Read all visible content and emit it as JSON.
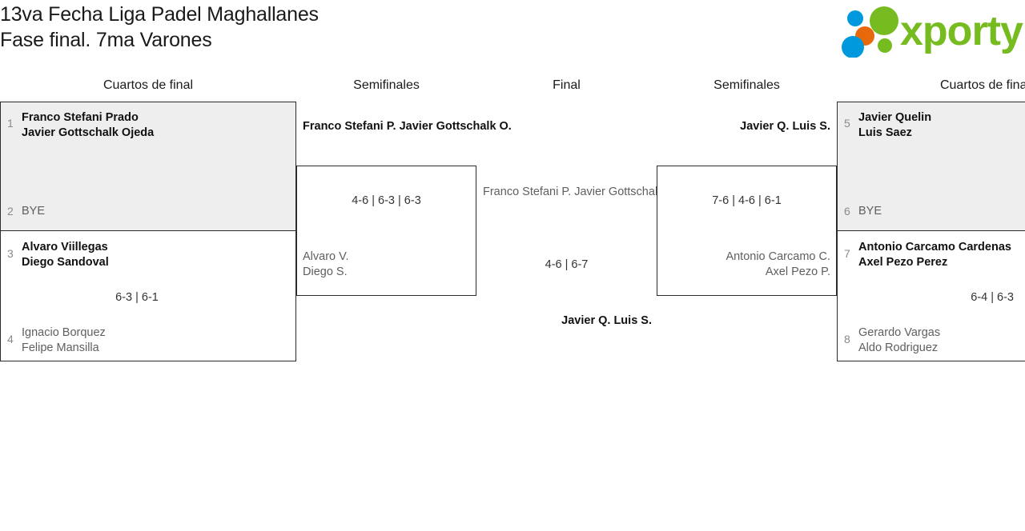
{
  "header": {
    "title_line1": "13va Fecha Liga Padel Maghallanes",
    "title_line2": "Fase final. 7ma Varones",
    "logo_text": "xporty",
    "logo_colors": {
      "green": "#76bc21",
      "blue": "#0099dd",
      "orange": "#e8690b"
    }
  },
  "rounds": {
    "qf_left": "Cuartos de final",
    "sf_left": "Semifinales",
    "final": "Final",
    "sf_right": "Semifinales",
    "qf_right": "Cuartos de final"
  },
  "bracket": {
    "qf1": {
      "shaded": true,
      "top": {
        "seed": "1",
        "line1": "Franco Stefani Prado",
        "line2": "Javier Gottschalk Ojeda",
        "result": "win"
      },
      "bottom": {
        "seed": "2",
        "line1": "BYE",
        "line2": "",
        "result": "bye"
      },
      "score": ""
    },
    "qf2": {
      "shaded": false,
      "top": {
        "seed": "3",
        "line1": "Alvaro Viillegas",
        "line2": "Diego Sandoval",
        "result": "win"
      },
      "bottom": {
        "seed": "4",
        "line1": "Ignacio Borquez",
        "line2": "Felipe Mansilla",
        "result": "lose"
      },
      "score": "6-3 | 6-1"
    },
    "sf1": {
      "winner": {
        "line1": "Franco Stefani P.",
        "line2": "Javier Gottschalk O."
      },
      "loser": {
        "line1": "Alvaro V.",
        "line2": "Diego S."
      },
      "score": "4-6 | 6-3 | 6-3"
    },
    "final": {
      "runner_up": {
        "line1": "Franco Stefani P.",
        "line2": "Javier Gottschalk O."
      },
      "champion": {
        "line1": "Javier Q.",
        "line2": "Luis S."
      },
      "score": "4-6 | 6-7"
    },
    "sf2": {
      "winner": {
        "line1": "Javier Q.",
        "line2": "Luis S."
      },
      "loser": {
        "line1": "Antonio Carcamo C.",
        "line2": "Axel Pezo P."
      },
      "score": "7-6 | 4-6 | 6-1"
    },
    "qf3": {
      "shaded": true,
      "top": {
        "seed": "5",
        "line1": "Javier Quelin",
        "line2": "Luis Saez",
        "result": "win"
      },
      "bottom": {
        "seed": "6",
        "line1": "BYE",
        "line2": "",
        "result": "bye"
      },
      "score": ""
    },
    "qf4": {
      "shaded": false,
      "top": {
        "seed": "7",
        "line1": "Antonio Carcamo Cardenas",
        "line2": "Axel Pezo Perez",
        "result": "win"
      },
      "bottom": {
        "seed": "8",
        "line1": "Gerardo Vargas",
        "line2": "Aldo Rodriguez",
        "result": "lose"
      },
      "score": "6-4 | 6-3"
    }
  }
}
